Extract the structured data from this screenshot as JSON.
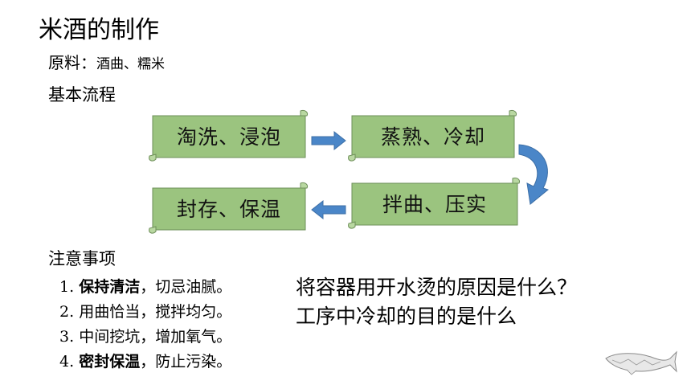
{
  "title": "米酒的制作",
  "materials": {
    "label": "原料：",
    "value": "酒曲、糯米"
  },
  "process": {
    "heading": "基本流程",
    "steps": [
      "淘洗、浸泡",
      "蒸熟、冷却",
      "拌曲、压实",
      "封存、保温"
    ]
  },
  "notes": {
    "heading": "注意事项",
    "items": [
      {
        "num": "1.",
        "bold": "保持清洁",
        "rest": "，切忌油腻。"
      },
      {
        "num": "2.",
        "bold": "",
        "rest": "用曲恰当，搅拌均匀。"
      },
      {
        "num": "3.",
        "bold": "",
        "rest": "中间挖坑，增加氧气。"
      },
      {
        "num": "4.",
        "bold": "密封保温",
        "rest": "，防止污染。"
      }
    ]
  },
  "questions": [
    "将容器用开水烫的原因是什么？",
    "工序中冷却的目的是什么"
  ],
  "colors": {
    "scroll_fill": "#9bc47f",
    "scroll_stroke": "#6e8f5a",
    "arrow": "#4a86c8"
  }
}
